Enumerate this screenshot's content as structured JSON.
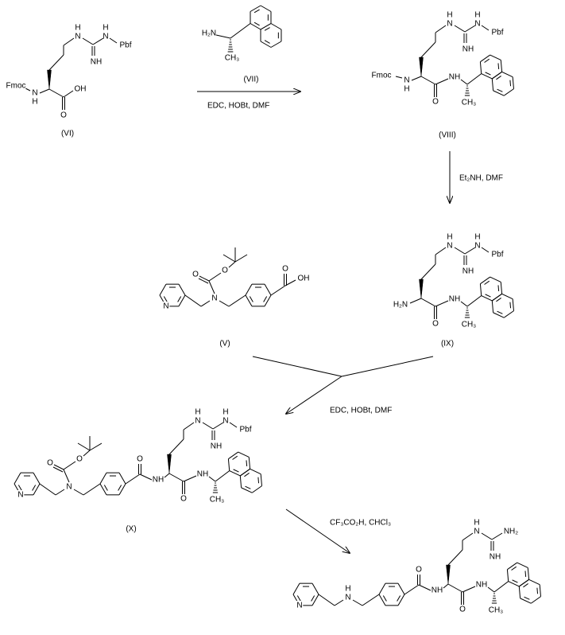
{
  "compounds": {
    "vi": "(VI)",
    "vii": "(VII)",
    "viii": "(VIII)",
    "ix": "(IX)",
    "v": "(V)",
    "x": "(X)"
  },
  "reagents": {
    "step1": "EDC, HOBt, DMF",
    "step2": "Et₂NH, DMF",
    "step3": "EDC, HOBt, DMF",
    "step4": "CF₃CO₂H, CHCl₃"
  },
  "atoms": {
    "H": "H",
    "N": "N",
    "NH": "NH",
    "NH2": "NH₂",
    "H2N": "H₂N",
    "CH3": "CH₃",
    "O": "O",
    "OH": "OH",
    "Pbf": "Pbf",
    "Fmoc": "Fmoc"
  }
}
